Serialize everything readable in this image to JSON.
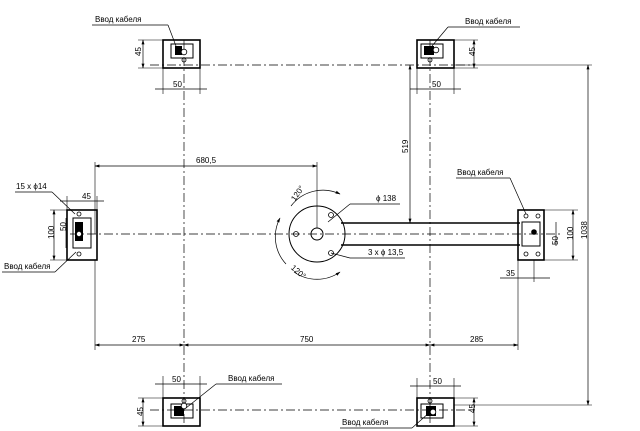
{
  "labels": {
    "cable_entry": "Ввод кабеля",
    "holes_14": "15 x ϕ14",
    "holes_13_5": "3 x ϕ 13,5",
    "dia_138": "ϕ 138",
    "angle_120": "120°"
  },
  "dimensions": {
    "d45": "45",
    "d50": "50",
    "d100": "100",
    "d35": "35",
    "d519": "519",
    "d680_5": "680,5",
    "d1038": "1038",
    "d275": "275",
    "d750": "750",
    "d285": "285"
  }
}
